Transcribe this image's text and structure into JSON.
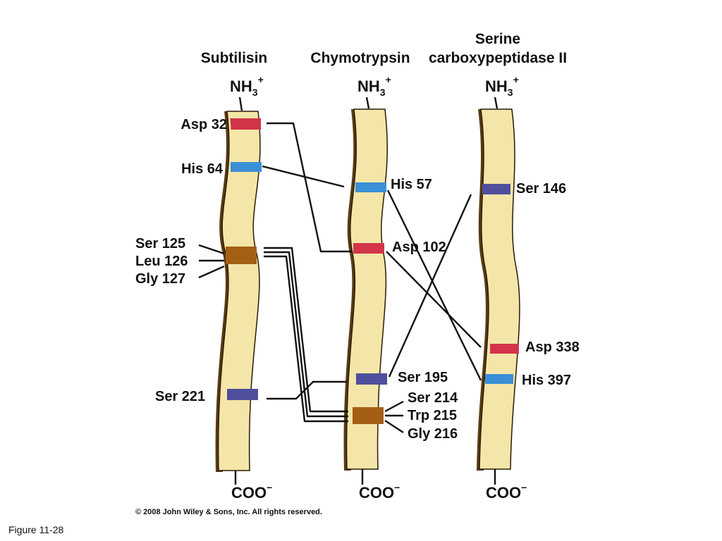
{
  "titles": {
    "subtilisin": "Subtilisin",
    "chymotrypsin": "Chymotrypsin",
    "serine_line1": "Serine",
    "serine_line2": "carboxypeptidase II"
  },
  "termini": {
    "n_main": "NH",
    "n_sub": "3",
    "n_sup": "+",
    "c_main": "COO",
    "c_sup": "−"
  },
  "residues": {
    "asp32": "Asp 32",
    "his64": "His 64",
    "ser125": "Ser 125",
    "leu126": "Leu 126",
    "gly127": "Gly 127",
    "ser221": "Ser 221",
    "his57": "His 57",
    "asp102": "Asp 102",
    "ser195": "Ser 195",
    "ser214": "Ser 214",
    "trp215": "Trp 215",
    "gly216": "Gly 216",
    "ser146": "Ser 146",
    "asp338": "Asp 338",
    "his397": "His 397"
  },
  "colors": {
    "asp": "#d2344a",
    "his": "#3a8fd6",
    "ser": "#4f4f9e",
    "backbone": "#a45f14",
    "strand": "#f4e6a8"
  },
  "copyright": "© 2008 John Wiley & Sons, Inc. All rights reserved.",
  "caption": "Figure 11-28"
}
